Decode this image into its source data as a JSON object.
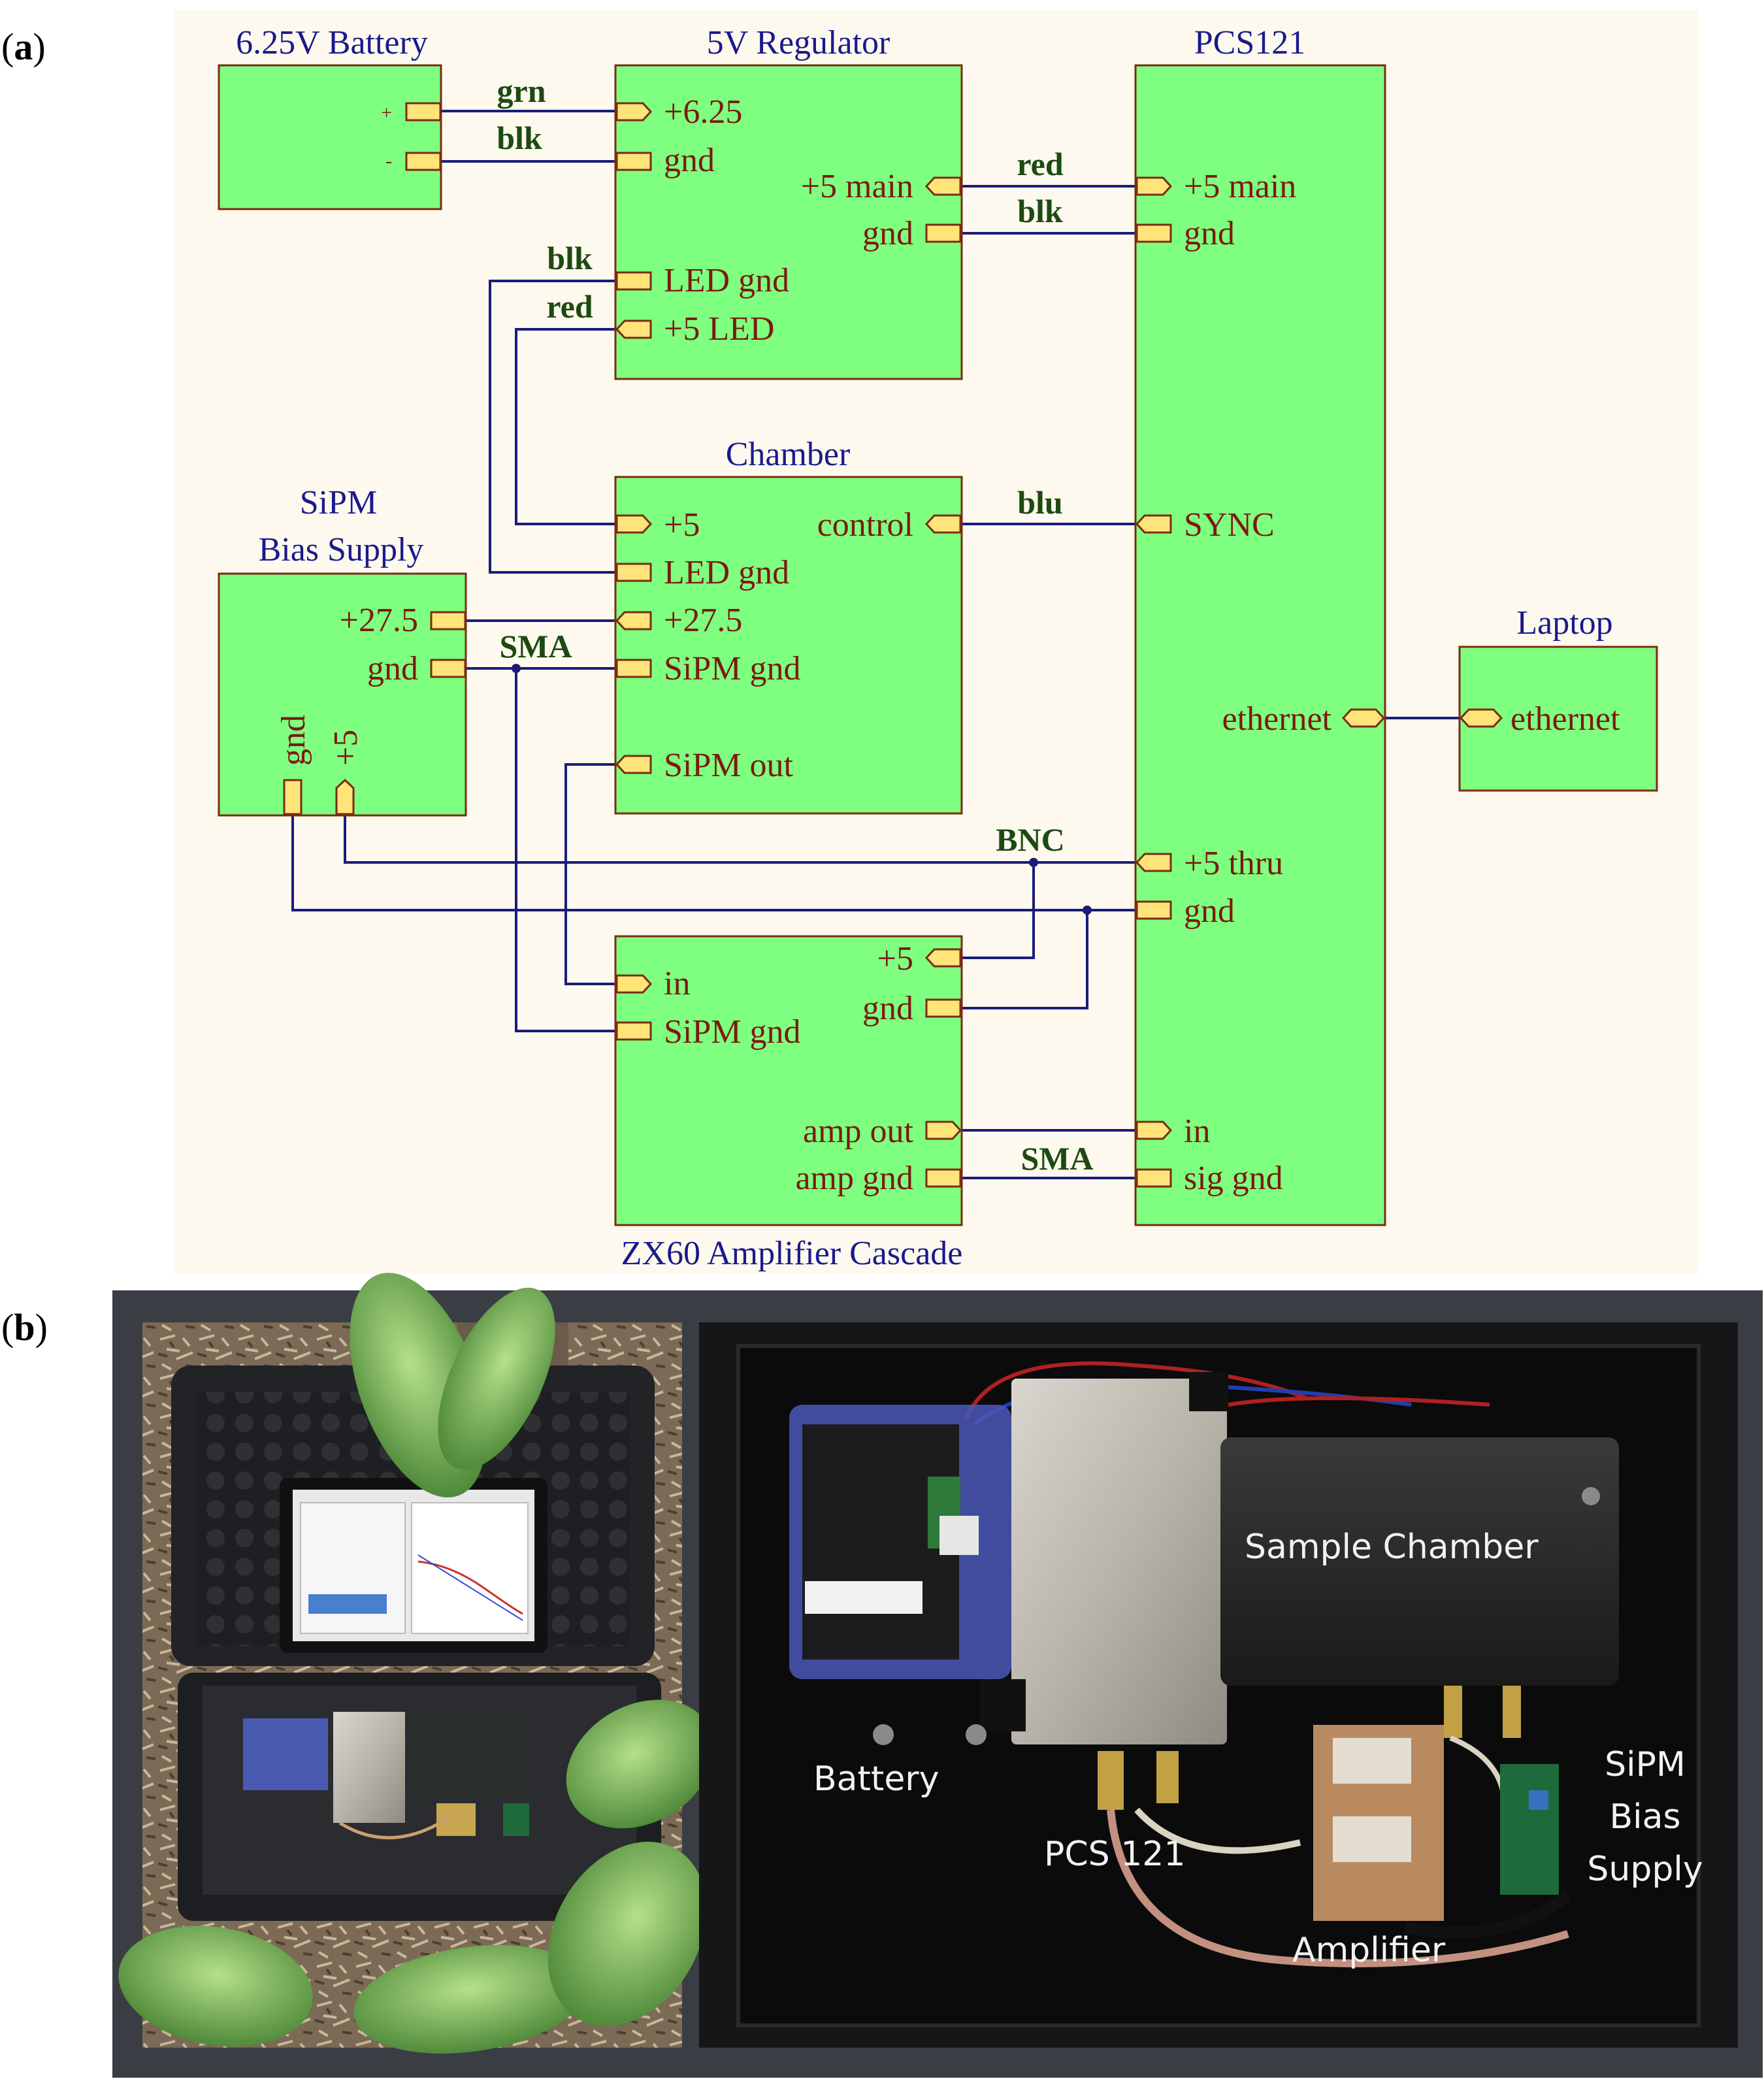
{
  "panels": {
    "a": {
      "label_open": "(",
      "letter": "a",
      "label_close": ")"
    },
    "b": {
      "label_open": "(",
      "letter": "b",
      "label_close": ")"
    }
  },
  "colors": {
    "block_fill": "#7fff7f",
    "block_stroke": "#7b2b12",
    "pin_fill": "#ffe47a",
    "wire": "#1c1c7a",
    "title_text": "#1a1a8c",
    "pin_text": "#7a1a10",
    "wire_text": "#1d4a12",
    "diagram_bg": "#fdf9ee",
    "photo_frame": "#3a3d44"
  },
  "blocks": {
    "battery": {
      "title": "6.25V Battery",
      "pins": {
        "plus": "+",
        "minus": "-"
      }
    },
    "regulator": {
      "title": "5V Regulator",
      "pins": {
        "v625": "+6.25",
        "gnd": "gnd",
        "main5": "+5 main",
        "main_gnd": "gnd",
        "led_gnd": "LED gnd",
        "led5": "+5 LED"
      }
    },
    "pcs121": {
      "title": "PCS121",
      "pins": {
        "main5": "+5 main",
        "gnd": "gnd",
        "sync": "SYNC",
        "ethernet": "ethernet",
        "thru5": "+5 thru",
        "gnd2": "gnd",
        "in": "in",
        "sig_gnd": "sig gnd"
      }
    },
    "chamber": {
      "title": "Chamber",
      "pins": {
        "p5": "+5",
        "control": "control",
        "led_gnd": "LED gnd",
        "p275": "+27.5",
        "sipm_gnd": "SiPM gnd",
        "sipm_out": "SiPM out"
      }
    },
    "sipm_bias": {
      "title_line1": "SiPM",
      "title_line2": "Bias Supply",
      "pins": {
        "p275": "+27.5",
        "gnd": "gnd",
        "gnd_v": "gnd",
        "p5_v": "+5"
      }
    },
    "laptop": {
      "title": "Laptop",
      "pins": {
        "ethernet": "ethernet"
      }
    },
    "amplifier": {
      "title": "ZX60 Amplifier Cascade",
      "pins": {
        "p5": "+5",
        "gnd": "gnd",
        "in": "in",
        "sipm_gnd": "SiPM gnd",
        "amp_out": "amp out",
        "amp_gnd": "amp gnd"
      }
    }
  },
  "wire_labels": {
    "grn": "grn",
    "blk1": "blk",
    "red1": "red",
    "blk2": "blk",
    "blk3": "blk",
    "red2": "red",
    "blu": "blu",
    "sma1": "SMA",
    "bnc": "BNC",
    "sma2": "SMA"
  },
  "photo_labels": {
    "battery": "Battery",
    "sample_chamber": "Sample Chamber",
    "pcs121": "PCS 121",
    "amplifier": "Amplifier",
    "sipm_line1": "SiPM",
    "sipm_line2": "Bias",
    "sipm_line3": "Supply"
  }
}
